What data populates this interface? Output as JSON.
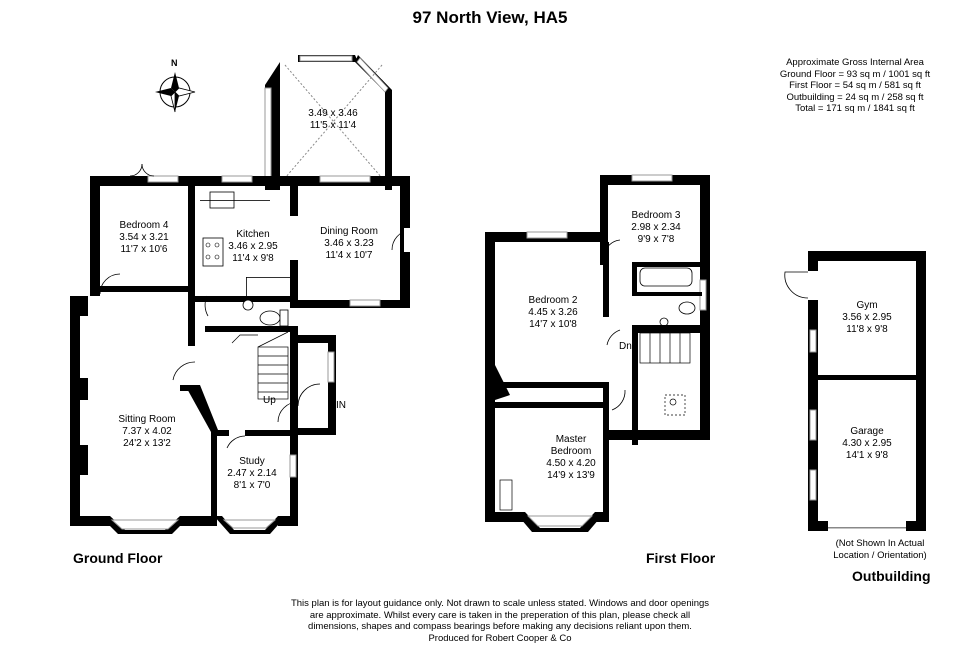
{
  "title": "97 North View, HA5",
  "area": {
    "heading": "Approximate Gross Internal Area",
    "ground": "Ground Floor = 93 sq m / 1001 sq ft",
    "first": "First Floor = 54 sq m / 581 sq ft",
    "outbuilding": "Outbuilding = 24 sq m / 258 sq ft",
    "total": "Total = 171 sq m / 1841 sq ft"
  },
  "compass": {
    "label": "N"
  },
  "floors": {
    "ground": {
      "label": "Ground Floor",
      "rooms": {
        "conservatory": {
          "name": "",
          "metric": "3.49 x 3.46",
          "imperial": "11'5 x 11'4"
        },
        "bedroom4": {
          "name": "Bedroom 4",
          "metric": "3.54 x 3.21",
          "imperial": "11'7 x 10'6"
        },
        "kitchen": {
          "name": "Kitchen",
          "metric": "3.46 x 2.95",
          "imperial": "11'4 x 9'8"
        },
        "dining": {
          "name": "Dining Room",
          "metric": "3.46 x 3.23",
          "imperial": "11'4 x 10'7"
        },
        "sitting": {
          "name": "Sitting Room",
          "metric": "7.37 x 4.02",
          "imperial": "24'2 x 13'2"
        },
        "study": {
          "name": "Study",
          "metric": "2.47 x 2.14",
          "imperial": "8'1 x 7'0"
        }
      },
      "stairs_label": "Up",
      "entrance_label": "IN"
    },
    "first": {
      "label": "First Floor",
      "rooms": {
        "bedroom3": {
          "name": "Bedroom 3",
          "metric": "2.98 x 2.34",
          "imperial": "9'9 x 7'8"
        },
        "bedroom2": {
          "name": "Bedroom 2",
          "metric": "4.45 x 3.26",
          "imperial": "14'7 x 10'8"
        },
        "master": {
          "name": "Master",
          "name2": "Bedroom",
          "metric": "4.50 x 4.20",
          "imperial": "14'9 x 13'9"
        }
      },
      "stairs_label": "Dn"
    },
    "outbuilding": {
      "label": "Outbuilding",
      "note1": "(Not Shown In Actual",
      "note2": "Location / Orientation)",
      "rooms": {
        "gym": {
          "name": "Gym",
          "metric": "3.56 x 2.95",
          "imperial": "11'8 x 9'8"
        },
        "garage": {
          "name": "Garage",
          "metric": "4.30 x 2.95",
          "imperial": "14'1 x 9'8"
        }
      }
    }
  },
  "disclaimer": {
    "line1": "This plan is for layout guidance only. Not drawn to scale unless stated. Windows and door openings",
    "line2": "are approximate. Whilst every care is taken in the preperation of this plan, please check all",
    "line3": "dimensions, shapes and compass bearings before making any decisions reliant upon them.",
    "line4": "Produced for Robert Cooper & Co"
  },
  "colors": {
    "wall": "#000000",
    "window": "#b0b0b0",
    "background": "#ffffff"
  }
}
